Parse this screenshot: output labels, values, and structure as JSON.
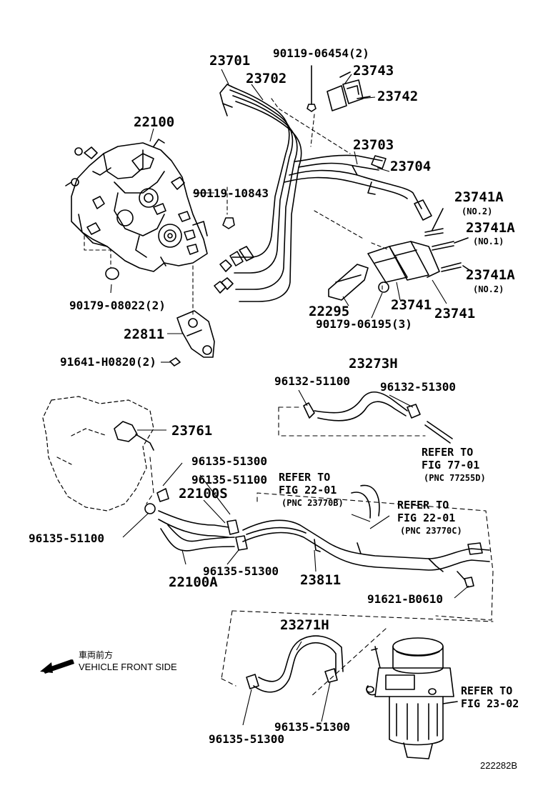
{
  "parts": {
    "p23701": "23701",
    "p23702": "23702",
    "p90119_06454": "90119-06454(2)",
    "p23743": "23743",
    "p23742": "23742",
    "p22100": "22100",
    "p23703": "23703",
    "p23704": "23704",
    "p23741A_1": "23741A",
    "no2_a": "(NO.2)",
    "p23741A_2": "23741A",
    "no1": "(NO.1)",
    "p23741A_3": "23741A",
    "no2_b": "(NO.2)",
    "p90119_10843": "90119-10843",
    "p90179_08022": "90179-08022(2)",
    "p22295": "22295",
    "p23741_a": "23741",
    "p23741_b": "23741",
    "p90179_06195": "90179-06195(3)",
    "p22811": "22811",
    "p91641": "91641-H0820(2)",
    "p23273H": "23273H",
    "p96132_51100": "96132-51100",
    "p96132_51300": "96132-51300",
    "p23761": "23761",
    "p96135_51300_a": "96135-51300",
    "p96135_51100_a": "96135-51100",
    "p22100S": "22100S",
    "p96135_51100_b": "96135-51100",
    "p96135_51300_b": "96135-51300",
    "p22100A": "22100A",
    "p23811": "23811",
    "p91621": "91621-B0610",
    "p23271H": "23271H",
    "p96135_51300_c": "96135-51300",
    "p96135_51300_d": "96135-51300"
  },
  "refs": {
    "r1_line1": "REFER TO",
    "r1_line2": "FIG 77-01",
    "r1_line3": "(PNC 77255D)",
    "r2_line1": "REFER TO",
    "r2_line2": "FIG 22-01",
    "r2_line3": "(PNC 23770B)",
    "r3_line1": "REFER TO",
    "r3_line2": "FIG 22-01",
    "r3_line3": "(PNC 23770C)",
    "r4_line1": "REFER TO",
    "r4_line2": "FIG 23-02"
  },
  "legend": {
    "jp": "車両前方",
    "en": "VEHICLE FRONT SIDE"
  },
  "diagram_code": "222282B"
}
